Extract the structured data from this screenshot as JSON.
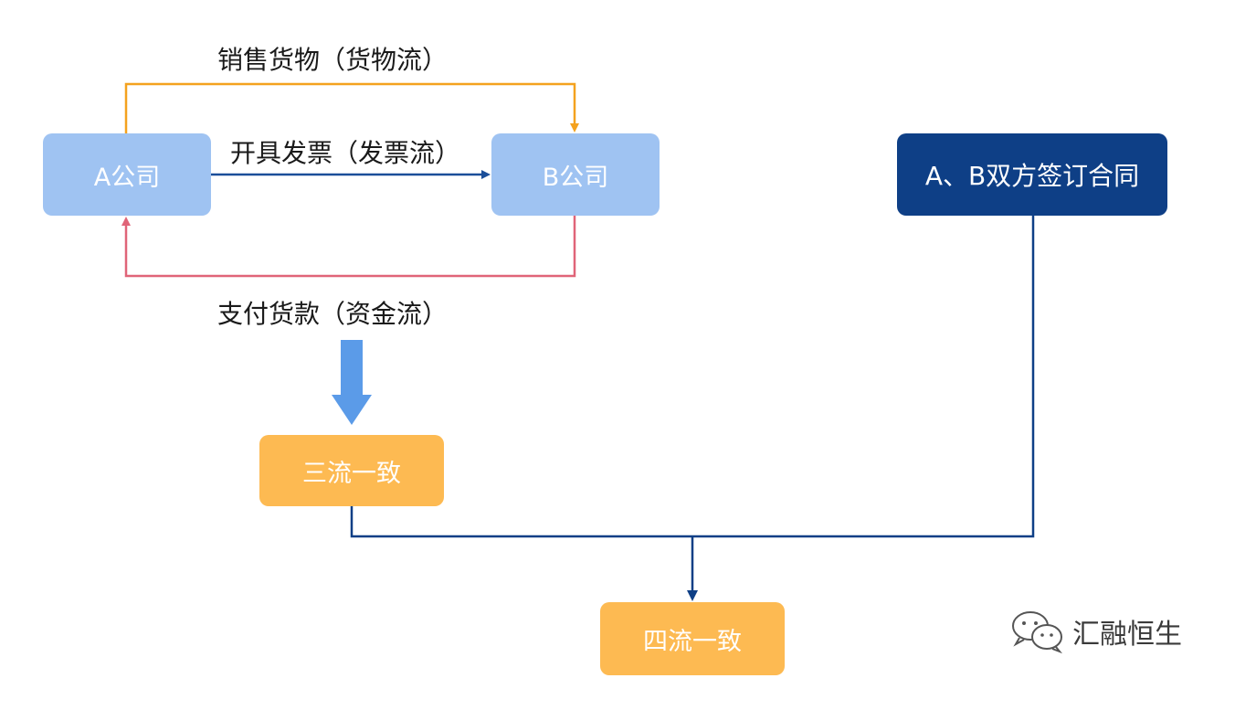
{
  "nodes": {
    "company_a": "A公司",
    "company_b": "B公司",
    "contract": "A、B双方签订合同",
    "three_flows": "三流一致",
    "four_flows": "四流一致"
  },
  "edges": {
    "goods": "销售货物（货物流）",
    "invoice": "开具发票（发票流）",
    "payment": "支付货款（资金流）"
  },
  "watermark": {
    "icon": "wechat-icon",
    "text": "汇融恒生"
  },
  "colors": {
    "company_node": "#9fc3f2",
    "contract_node": "#0e3f86",
    "result_node": "#fdba52",
    "goods_flow": "#f4a21e",
    "invoice_flow": "#1b4e99",
    "payment_flow": "#e06478",
    "big_arrow": "#5b9be8",
    "connector": "#0e3f86"
  }
}
